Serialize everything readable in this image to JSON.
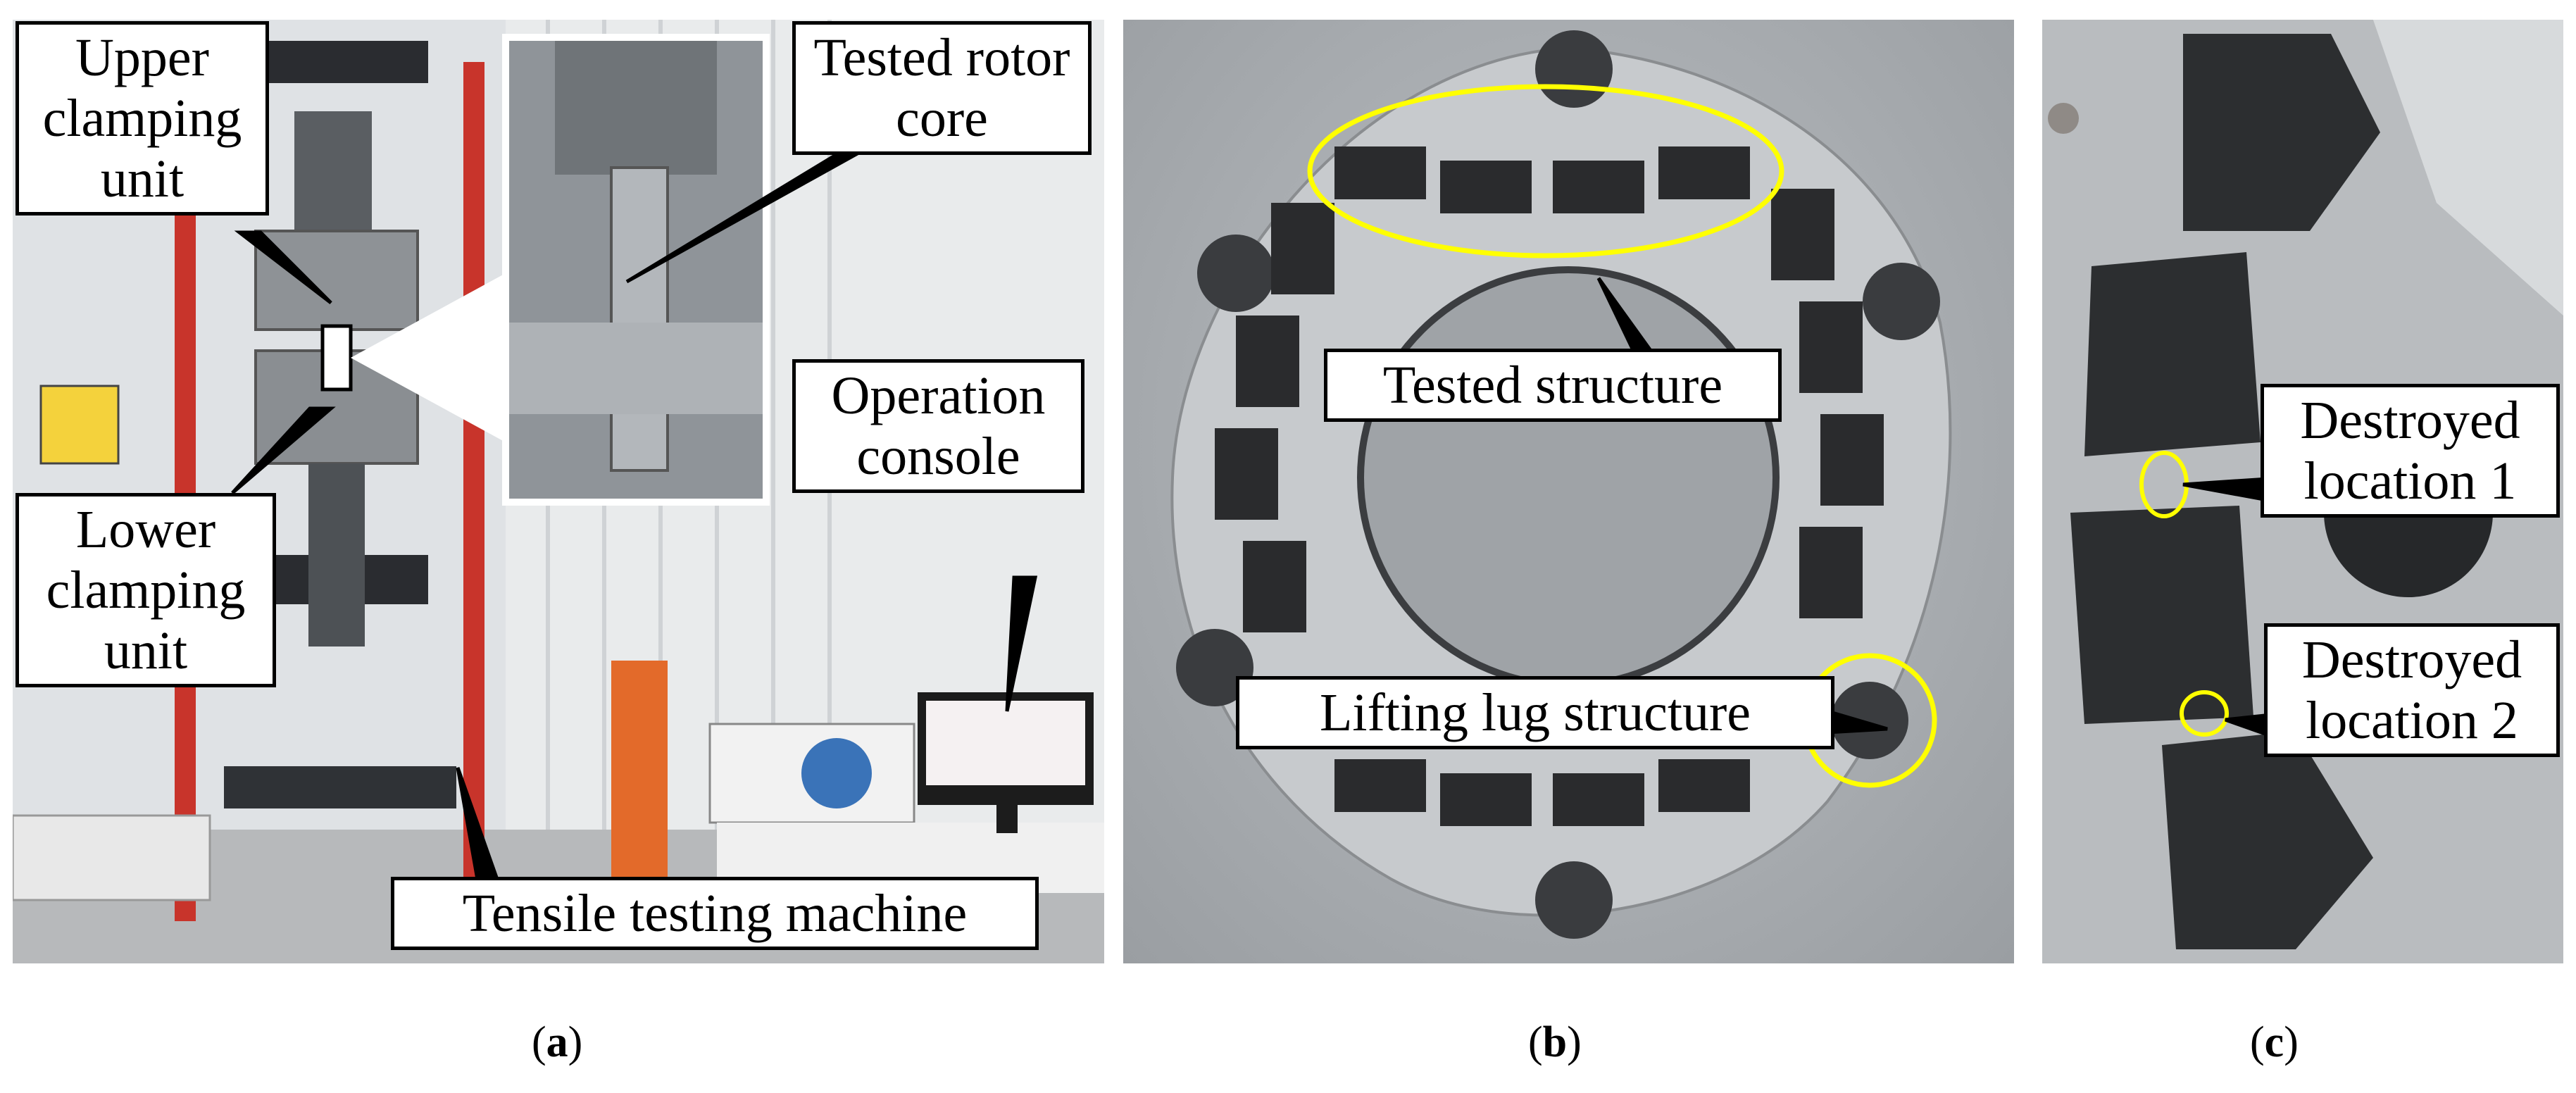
{
  "figure": {
    "panels": [
      {
        "caption_letter": "a",
        "callouts": {
          "upper_clamping_unit": "Upper clamping unit",
          "tested_rotor_core": "Tested rotor core",
          "operation_console": "Operation console",
          "lower_clamping_unit": "Lower clamping unit",
          "tensile_testing_machine": "Tensile testing machine"
        }
      },
      {
        "caption_letter": "b",
        "callouts": {
          "tested_structure": "Tested structure",
          "lifting_lug_structure": "Lifting lug structure"
        }
      },
      {
        "caption_letter": "c",
        "callouts": {
          "destroyed_location_1": "Destroyed location 1",
          "destroyed_location_2": "Destroyed location 2"
        }
      }
    ],
    "colors": {
      "highlight_ellipse": "#ffff00",
      "callout_border": "#000000",
      "machine_frame": "#c8342b",
      "sample_metal": "#9fa3a7"
    }
  }
}
